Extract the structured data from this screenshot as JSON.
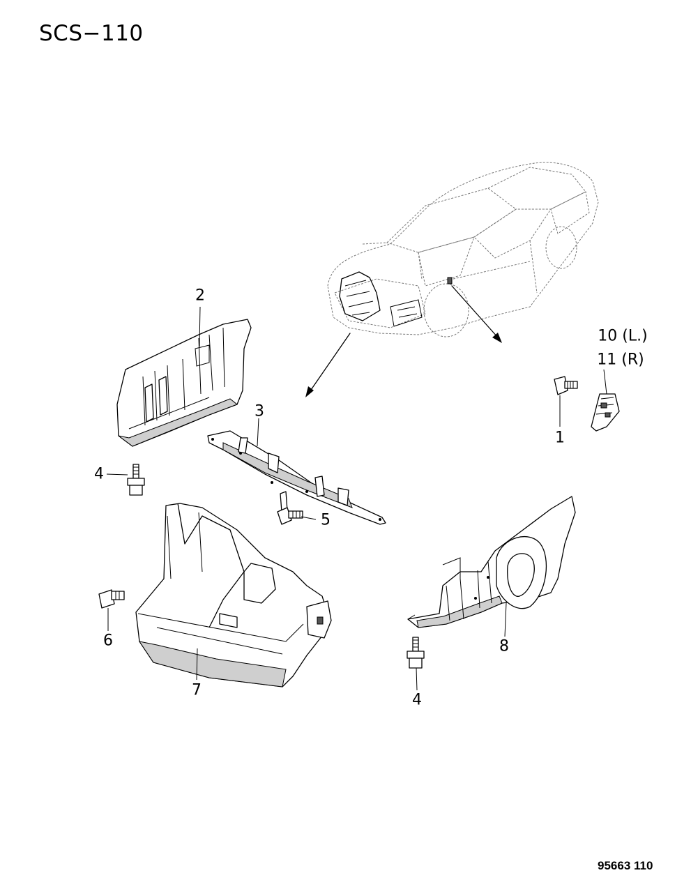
{
  "header": {
    "code": "SCS−110"
  },
  "footer": {
    "drawing_id": "95663 110"
  },
  "callouts": {
    "c1": "1",
    "c2": "2",
    "c3": "3",
    "c4_left": "4",
    "c4_bottom": "4",
    "c5": "5",
    "c6": "6",
    "c7": "7",
    "c8": "8",
    "c10": "10  (L.)",
    "c11": "11  (R)"
  }
}
